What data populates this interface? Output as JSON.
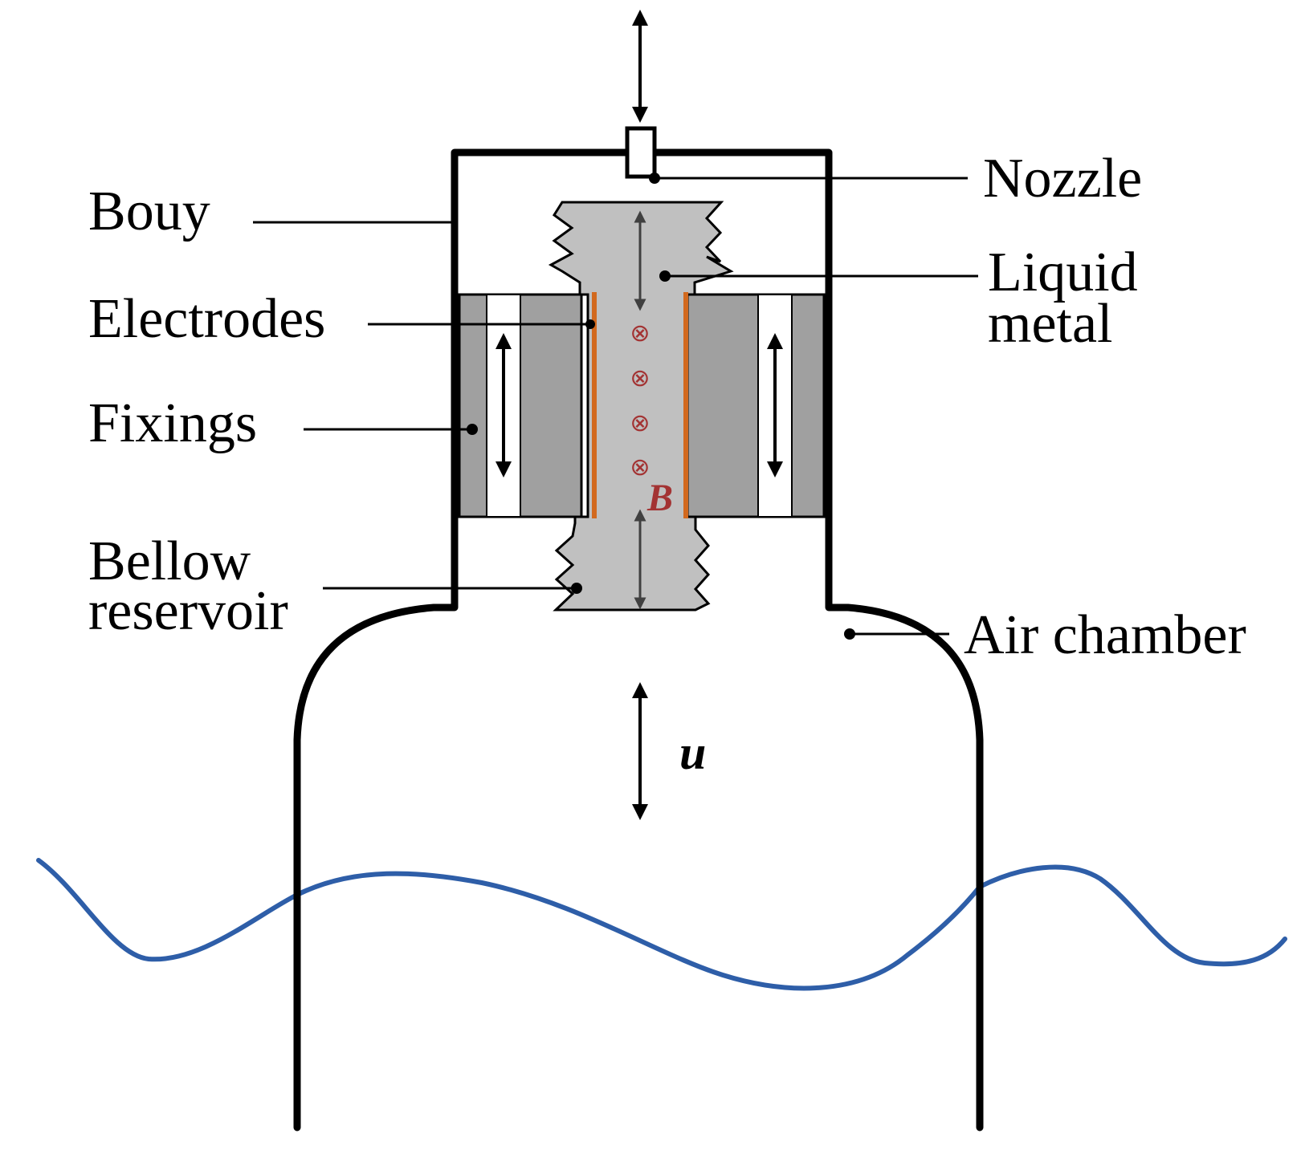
{
  "labels": {
    "bouy": "Bouy",
    "electrodes": "Electrodes",
    "fixings": "Fixings",
    "bellow_line1": "Bellow",
    "bellow_line2": "reservoir",
    "nozzle": "Nozzle",
    "liquid_line1": "Liquid",
    "liquid_line2": "metal",
    "air_chamber": "Air chamber"
  },
  "symbols": {
    "magnetic_field": "B",
    "velocity": "u",
    "field_marker": "⊗"
  },
  "colors": {
    "outline": "#000000",
    "liquid_metal": "#c0c0c0",
    "fixings": "#a0a0a0",
    "electrodes": "#d2691e",
    "field_markers": "#a33333",
    "water": "#2e5ea8"
  }
}
